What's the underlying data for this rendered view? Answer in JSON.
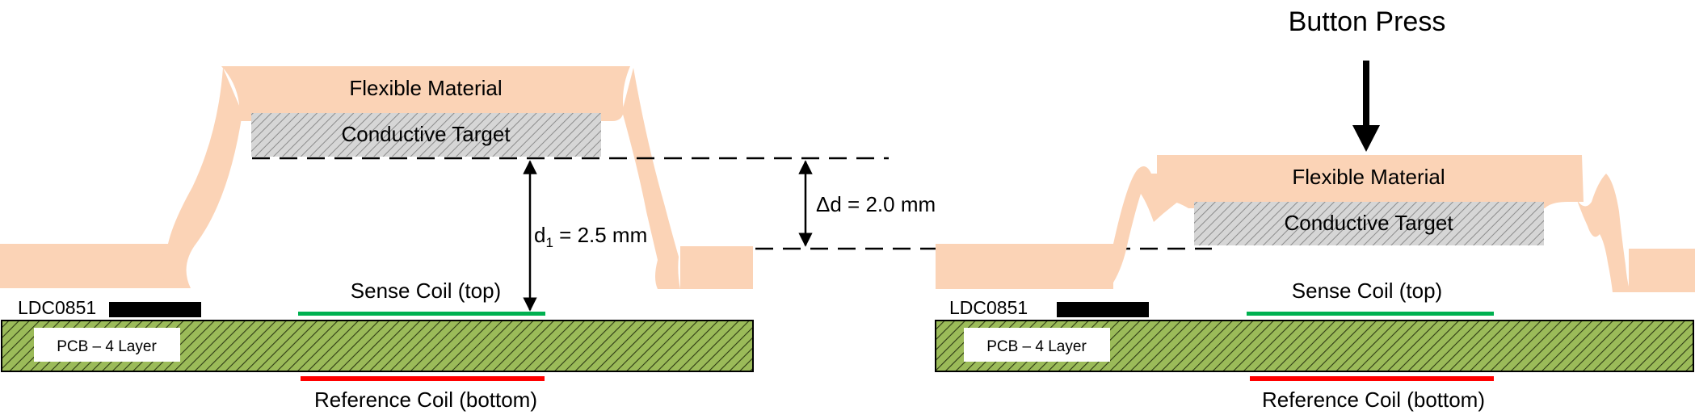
{
  "title": "Button Press",
  "colors": {
    "flexible_material": "#fbd3b6",
    "conductive_target": "#d6d6d6",
    "pcb_fill": "#9bbb59",
    "sense_coil": "#00b050",
    "reference_coil": "#ff0000",
    "chip": "#000000"
  },
  "left": {
    "flexible_material": "Flexible Material",
    "conductive_target": "Conductive Target",
    "chip": "LDC0851",
    "pcb": "PCB – 4 Layer",
    "sense_coil": "Sense Coil (top)",
    "reference_coil": "Reference Coil (bottom)",
    "distance_symbol": "d",
    "distance_subscript": "1",
    "distance_value": " = 2.5 mm"
  },
  "delta": "Δd = 2.0 mm",
  "right": {
    "flexible_material": "Flexible Material",
    "conductive_target": "Conductive Target",
    "chip": "LDC0851",
    "pcb": "PCB – 4 Layer",
    "sense_coil": "Sense Coil (top)",
    "reference_coil": "Reference Coil (bottom)"
  }
}
